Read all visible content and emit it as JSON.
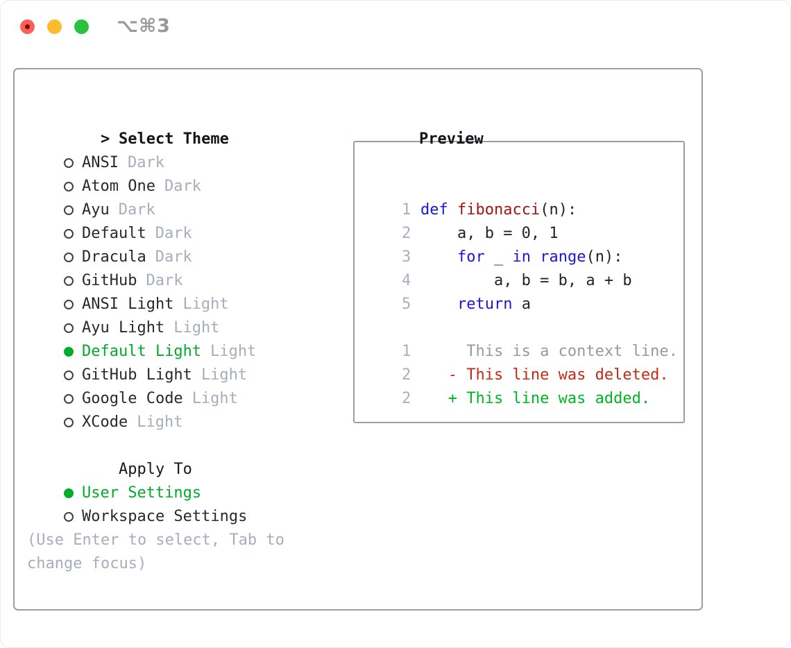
{
  "window": {
    "title": "⌥⌘3",
    "traffic_lights": [
      "close",
      "minimize",
      "zoom"
    ]
  },
  "theme_selector": {
    "header_marker": ">",
    "header": "Select Theme",
    "items": [
      {
        "name": "ANSI",
        "variant": "Dark",
        "selected": false
      },
      {
        "name": "Atom One",
        "variant": "Dark",
        "selected": false
      },
      {
        "name": "Ayu",
        "variant": "Dark",
        "selected": false
      },
      {
        "name": "Default",
        "variant": "Dark",
        "selected": false
      },
      {
        "name": "Dracula",
        "variant": "Dark",
        "selected": false
      },
      {
        "name": "GitHub",
        "variant": "Dark",
        "selected": false
      },
      {
        "name": "ANSI Light",
        "variant": "Light",
        "selected": false
      },
      {
        "name": "Ayu Light",
        "variant": "Light",
        "selected": false
      },
      {
        "name": "Default Light",
        "variant": "Light",
        "selected": true
      },
      {
        "name": "GitHub Light",
        "variant": "Light",
        "selected": false
      },
      {
        "name": "Google Code",
        "variant": "Light",
        "selected": false
      },
      {
        "name": "XCode",
        "variant": "Light",
        "selected": false
      }
    ]
  },
  "apply_to": {
    "header": "Apply To",
    "items": [
      {
        "label": "User Settings",
        "selected": true
      },
      {
        "label": "Workspace Settings",
        "selected": false
      }
    ]
  },
  "hint": {
    "lines": [
      "(Use Enter to select, Tab to",
      "change focus)"
    ]
  },
  "preview": {
    "header": "Preview",
    "code_lines": [
      {
        "num": "1",
        "segments": [
          {
            "t": "def",
            "c": "kw"
          },
          {
            "t": " ",
            "c": "pl"
          },
          {
            "t": "fibonacci",
            "c": "fn"
          },
          {
            "t": "(n):",
            "c": "pl"
          }
        ]
      },
      {
        "num": "2",
        "segments": [
          {
            "t": "    a, b = 0, 1",
            "c": "pl"
          }
        ]
      },
      {
        "num": "3",
        "segments": [
          {
            "t": "    ",
            "c": "pl"
          },
          {
            "t": "for",
            "c": "kw"
          },
          {
            "t": " _ ",
            "c": "pl"
          },
          {
            "t": "in",
            "c": "kw"
          },
          {
            "t": " ",
            "c": "pl"
          },
          {
            "t": "range",
            "c": "kw"
          },
          {
            "t": "(n):",
            "c": "pl"
          }
        ]
      },
      {
        "num": "4",
        "segments": [
          {
            "t": "        a, b = b, a + b",
            "c": "pl"
          }
        ]
      },
      {
        "num": "5",
        "segments": [
          {
            "t": "    ",
            "c": "pl"
          },
          {
            "t": "return",
            "c": "kw"
          },
          {
            "t": " a",
            "c": "pl"
          }
        ]
      },
      {
        "num": "",
        "segments": []
      },
      {
        "num": "1",
        "segments": [
          {
            "t": "     This is a context line.",
            "c": "ctx"
          }
        ]
      },
      {
        "num": "2",
        "segments": [
          {
            "t": "   - This line was deleted.",
            "c": "del"
          }
        ]
      },
      {
        "num": "2",
        "segments": [
          {
            "t": "   + This line was added.",
            "c": "add"
          }
        ]
      }
    ]
  },
  "colors": {
    "panel_border": "#949eac",
    "selection_green": "#00ac29",
    "diff_added_green": "#00b620",
    "diff_deleted_red": "#c62a17",
    "keyword_blue": "#1b16dd",
    "function_red": "#a31515",
    "muted_gray": "#a6aebc",
    "gutter_gray": "#a6b0c0",
    "text_black": "#26292e",
    "title_gray": "#97979c",
    "traffic_red": "#ff5e57",
    "traffic_yellow": "#febb2e",
    "traffic_green": "#2ac13f"
  }
}
